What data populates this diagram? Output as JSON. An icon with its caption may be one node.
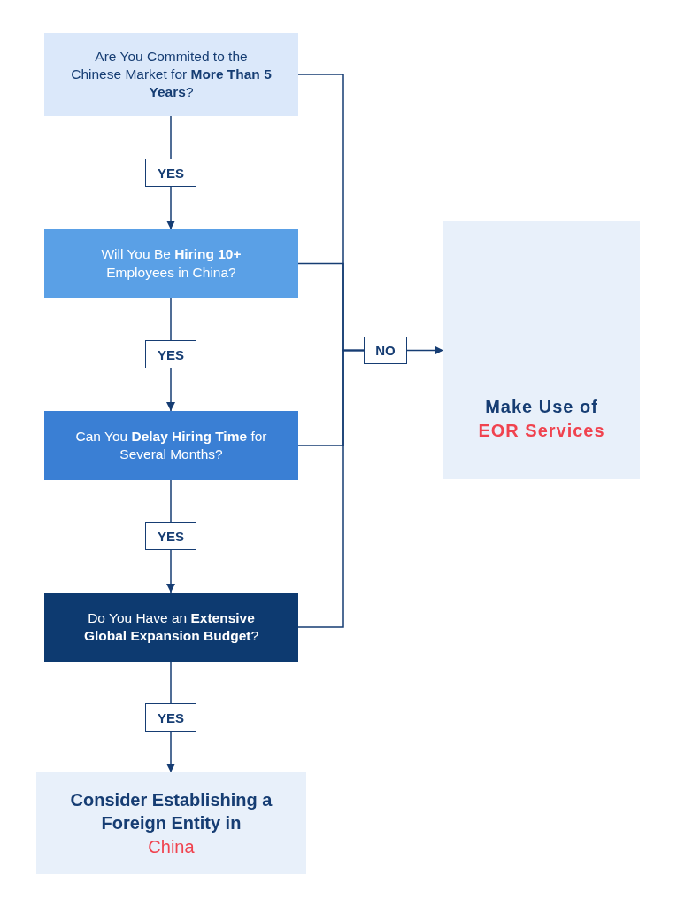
{
  "diagram": {
    "nodes": [
      {
        "text": [
          "Are You Commited to the Chinese Market for **More Than 5 Years**?"
        ]
      },
      {
        "text": [
          "YES"
        ]
      },
      {
        "text": [
          "Will You Be **Hiring 10+** Employees in China?"
        ]
      },
      {
        "text": [
          "YES"
        ]
      },
      {
        "text": [
          "Can You **Delay Hiring Time** for Several Months?"
        ]
      },
      {
        "text": [
          "YES"
        ]
      },
      {
        "text": [
          "Do You Have an **Extensive Global Expansion Budget**?"
        ]
      },
      {
        "text": [
          "YES"
        ]
      },
      {
        "text": [
          "Consider Establishing a Foreign Entity in",
          "China"
        ]
      },
      {
        "text": [
          "NO"
        ]
      },
      {
        "text": [
          "Make Use of",
          "EOR Services"
        ]
      }
    ],
    "edges": [
      {
        "from": 0,
        "to": 1,
        "arrow": "none"
      },
      {
        "from": 1,
        "to": 2,
        "arrow": "to"
      },
      {
        "from": 2,
        "to": 3,
        "arrow": "none"
      },
      {
        "from": 3,
        "to": 4,
        "arrow": "to"
      },
      {
        "from": 4,
        "to": 5,
        "arrow": "none"
      },
      {
        "from": 5,
        "to": 6,
        "arrow": "to"
      },
      {
        "from": 6,
        "to": 7,
        "arrow": "none"
      },
      {
        "from": 7,
        "to": 8,
        "arrow": "to"
      },
      {
        "from": 0,
        "to": 9,
        "arrow": "none"
      },
      {
        "from": 2,
        "to": 9,
        "arrow": "none"
      },
      {
        "from": 4,
        "to": 9,
        "arrow": "none"
      },
      {
        "from": 6,
        "to": 9,
        "arrow": "none"
      },
      {
        "from": 9,
        "to": 10,
        "arrow": "to"
      }
    ]
  }
}
